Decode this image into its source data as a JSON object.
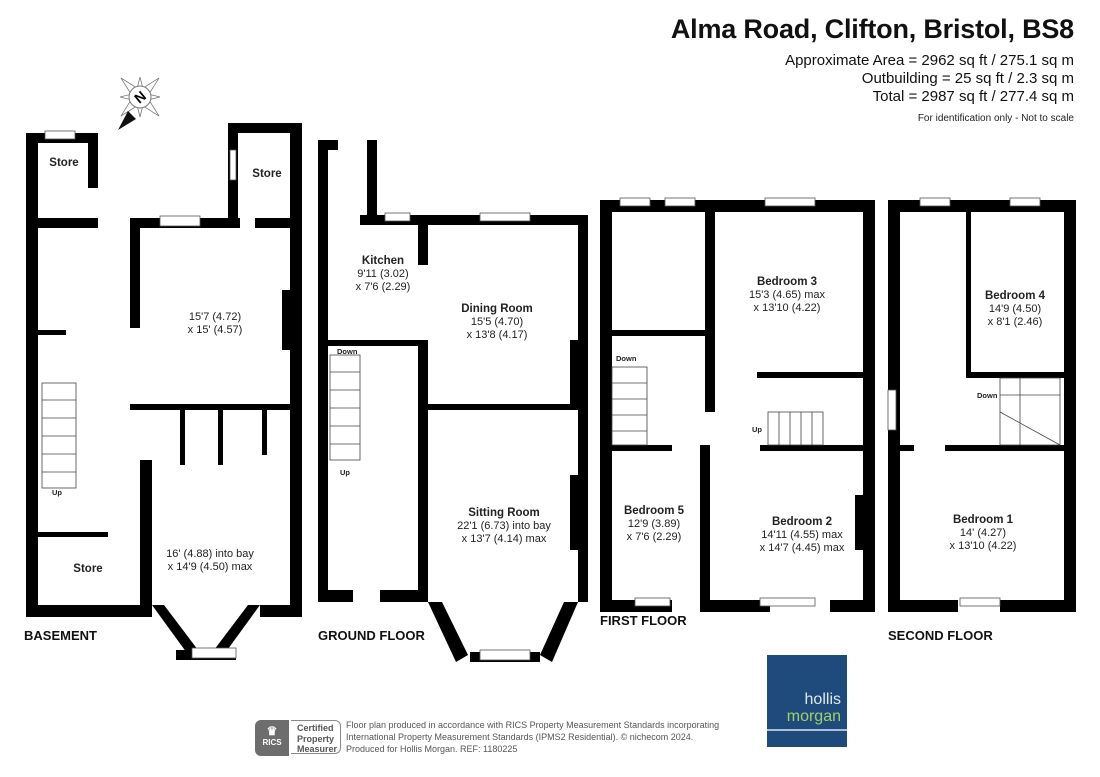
{
  "header": {
    "title": "Alma Road, Clifton, Bristol, BS8",
    "approximate_area": "Approximate Area = 2962 sq ft / 275.1 sq m",
    "outbuilding": "Outbuilding = 25 sq ft / 2.3 sq m",
    "total": "Total = 2987 sq ft / 277.4 sq m",
    "note": "For identification only - Not to scale"
  },
  "compass": {
    "label": "N"
  },
  "floors": {
    "basement": {
      "label": "BASEMENT",
      "rooms": [
        {
          "name": "Store",
          "dims1": "",
          "dims2": ""
        },
        {
          "name": "Store",
          "dims1": "",
          "dims2": ""
        },
        {
          "name": "",
          "dims1": "15'7 (4.72)",
          "dims2": "x 15' (4.57)"
        },
        {
          "name": "",
          "dims1": "16' (4.88) into bay",
          "dims2": "x 14'9 (4.50) max"
        },
        {
          "name": "Store",
          "dims1": "",
          "dims2": ""
        }
      ],
      "stairs": "Up"
    },
    "ground": {
      "label": "GROUND FLOOR",
      "rooms": [
        {
          "name": "Kitchen",
          "dims1": "9'11 (3.02)",
          "dims2": "x 7'6 (2.29)"
        },
        {
          "name": "Dining Room",
          "dims1": "15'5 (4.70)",
          "dims2": "x 13'8 (4.17)"
        },
        {
          "name": "Sitting Room",
          "dims1": "22'1 (6.73) into bay",
          "dims2": "x 13'7 (4.14) max"
        }
      ],
      "stairs_down": "Down",
      "stairs_up": "Up"
    },
    "first": {
      "label": "FIRST FLOOR",
      "rooms": [
        {
          "name": "Bedroom 3",
          "dims1": "15'3 (4.65) max",
          "dims2": "x 13'10 (4.22)"
        },
        {
          "name": "Bedroom 5",
          "dims1": "12'9 (3.89)",
          "dims2": "x 7'6 (2.29)"
        },
        {
          "name": "Bedroom 2",
          "dims1": "14'11 (4.55) max",
          "dims2": "x 14'7 (4.45) max"
        }
      ],
      "stairs_down": "Down",
      "stairs_up": "Up"
    },
    "second": {
      "label": "SECOND FLOOR",
      "rooms": [
        {
          "name": "Bedroom 4",
          "dims1": "14'9 (4.50)",
          "dims2": "x 8'1 (2.46)"
        },
        {
          "name": "Bedroom 1",
          "dims1": "14' (4.27)",
          "dims2": "x 13'10 (4.22)"
        }
      ],
      "stairs_down": "Down"
    }
  },
  "footer": {
    "rics_badge": "RICS",
    "rics_certified_1": "Certified",
    "rics_certified_2": "Property",
    "rics_certified_3": "Measurer",
    "disclaimer_1": "Floor plan produced in accordance with RICS Property Measurement Standards incorporating",
    "disclaimer_2": "International Property Measurement Standards (IPMS2 Residential).   © nichecom 2024.",
    "disclaimer_3": "Produced for Hollis Morgan.   REF:  1180225",
    "logo_line1": "hollis",
    "logo_line2": "morgan",
    "logo_colors": {
      "background": "#1f4b7c",
      "hollis": "#dfe7ef",
      "morgan": "#9fd069"
    }
  }
}
